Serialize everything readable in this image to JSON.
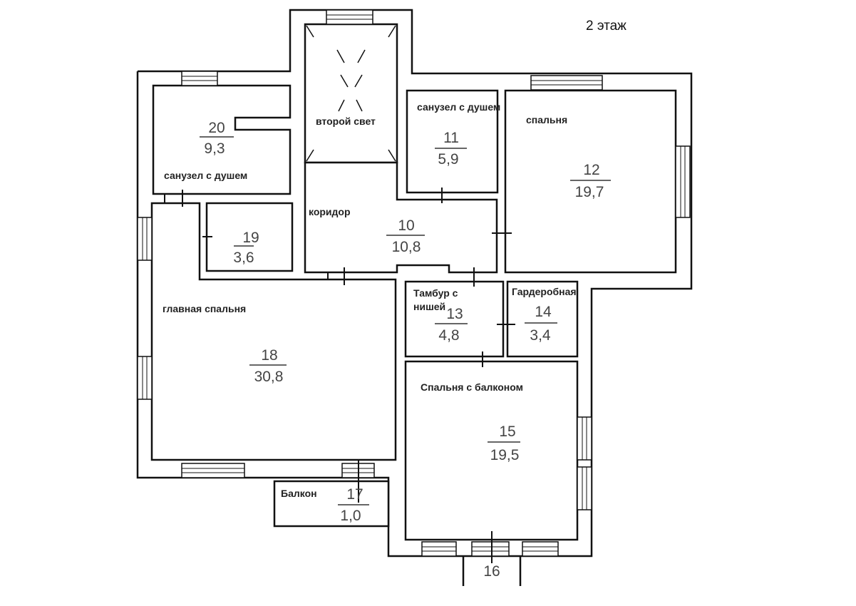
{
  "floor_title": "2 этаж",
  "rooms": [
    {
      "id": "20",
      "area": "9,3",
      "label": "санузел с душем"
    },
    {
      "id": "",
      "area": "",
      "label": "второй свет"
    },
    {
      "id": "11",
      "area": "5,9",
      "label": "санузел с душем"
    },
    {
      "id": "12",
      "area": "19,7",
      "label": "спальня"
    },
    {
      "id": "10",
      "area": "10,8",
      "label": "коридор"
    },
    {
      "id": "19",
      "area": "3,6",
      "label": ""
    },
    {
      "id": "18",
      "area": "30,8",
      "label": "главная спальня"
    },
    {
      "id": "13",
      "area": "4,8",
      "label": "Тамбур с нишей"
    },
    {
      "id": "14",
      "area": "3,4",
      "label": "Гардеробная"
    },
    {
      "id": "15",
      "area": "19,5",
      "label": "Спальня с балконом"
    },
    {
      "id": "17",
      "area": "1,0",
      "label": "Балкон"
    },
    {
      "id": "16",
      "area": "",
      "label": ""
    }
  ],
  "colors": {
    "wall": "#111111",
    "text": "#222222"
  }
}
